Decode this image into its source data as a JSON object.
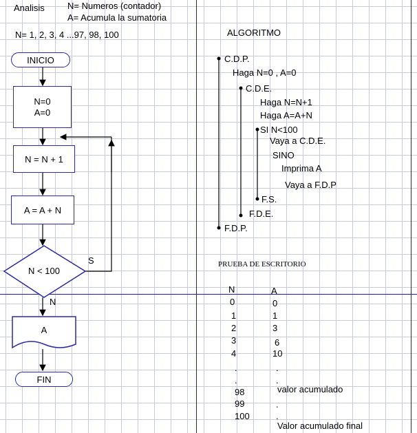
{
  "analysis": {
    "title": "Analisis",
    "var_n": "N= Numeros (contador)",
    "var_a": "A= Acumula la sumatoria",
    "series": "N= 1, 2, 3, 4 ...97, 98, 100"
  },
  "flowchart": {
    "start": "INICIO",
    "init_n": "N=0",
    "init_a": "A=0",
    "increment": "N = N + 1",
    "accumulate": "A = A + N",
    "decision": "N < 100",
    "yes_label": "S",
    "no_label": "N",
    "output": "A",
    "end": "FIN"
  },
  "algorithm": {
    "title": "ALGORITMO",
    "lines": [
      "C.D.P.",
      "Haga N=0 , A=0",
      "C.D.E.",
      "Haga N=N+1",
      "Haga A=A+N",
      "SI  N<100",
      "Vaya a C.D.E.",
      "SINO",
      "Imprima A",
      "Vaya a F.D.P",
      "F.S.",
      "F.D.E.",
      "F.D.P."
    ]
  },
  "desk_check": {
    "title": "PRUEBA DE ESCRITORIO",
    "col_n": "N",
    "col_a": "A",
    "n_values": [
      "0",
      "1",
      "2",
      "3",
      "4",
      ".",
      ".",
      "98",
      "99",
      "100"
    ],
    "a_values": [
      "0",
      "1",
      "3",
      "6",
      "10",
      ".",
      ".",
      ".",
      "."
    ],
    "note_accum": "valor  acumulado",
    "note_final": "Valor acumulado final"
  },
  "colors": {
    "grid": "#c9c9dc",
    "divider": "#1a1aa6",
    "shape_border": "#2a2aa0"
  }
}
